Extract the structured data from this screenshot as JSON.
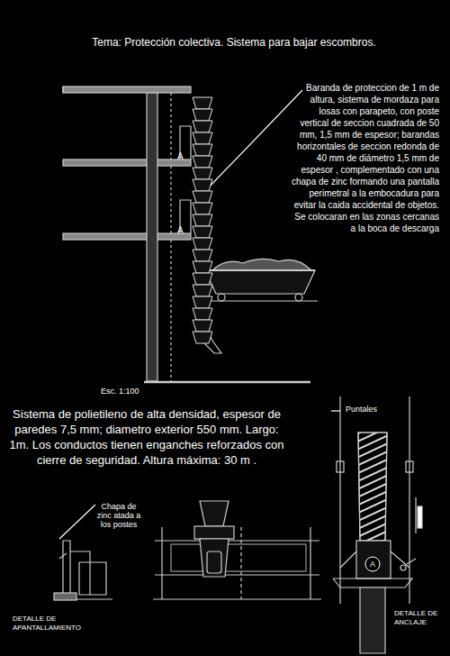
{
  "diagram": {
    "title": "Tema: Protección colectiva. Sistema para bajar escombros.",
    "nodes": [
      {
        "text": [
          "A"
        ]
      }
    ],
    "labels": [
      "Baranda de proteccion de 1 m de altura, sistema de mordaza para losas con parapeto, con poste vertical de seccion cuadrada de 50 mm, 1,5 mm de espesor; barandas horizontales de seccion redonda de 40 mm de diámetro 1,5 mm de espesor , complementado con una chapa de zinc formando una pantalla perimetral a la embocadura para evitar la caida accidental de objetos. Se colocaran en las zonas cercanas a la boca de descarga",
      "A",
      "A",
      "Esc. 1:100",
      "Sistema de polietileno de alta densidad, espesor de paredes 7,5 mm; diametro exterior 550 mm. Largo: 1m. Los conductos tienen enganches reforzados con cierre de seguridad. Altura máxima: 30 m .",
      "Puntales",
      "Chapa de zinc atada a los postes",
      "DETALLE DE APANTALLAMIENTO",
      "DETALLE DE ANCLAJE"
    ]
  }
}
